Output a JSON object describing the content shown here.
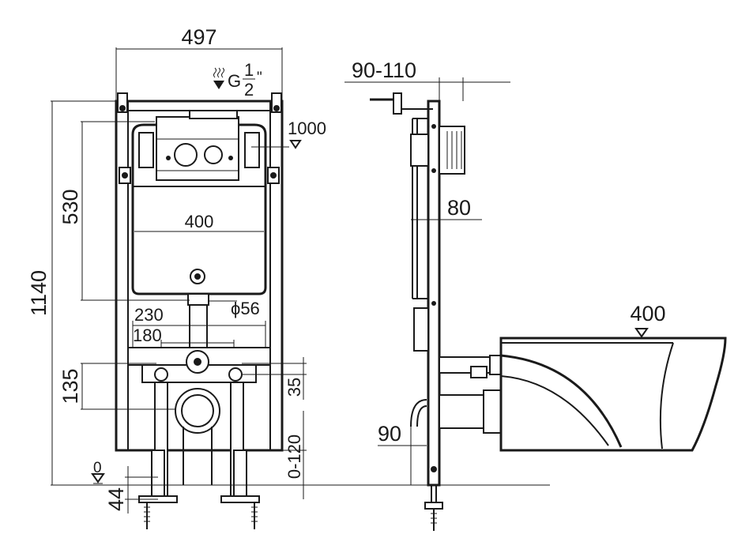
{
  "front_view": {
    "width_overall": "497",
    "height_overall": "1140",
    "tank_height": "530",
    "tank_width": "400",
    "pipe_diameter": "ϕ56",
    "bolt_spacing_outer": "230",
    "bolt_spacing_inner": "180",
    "bolt_height": "135",
    "bolt_offset": "35",
    "leg_adjust": "0-120",
    "floor_level": "0",
    "floor_to_frame": "44",
    "water_inlet": {
      "prefix": "G",
      "numerator": "1",
      "denominator": "2",
      "suffix": "\""
    },
    "inlet_height": "1000"
  },
  "side_view": {
    "depth_range": "90-110",
    "frame_depth": "80",
    "drain_height": "90",
    "bowl_height": "400"
  }
}
